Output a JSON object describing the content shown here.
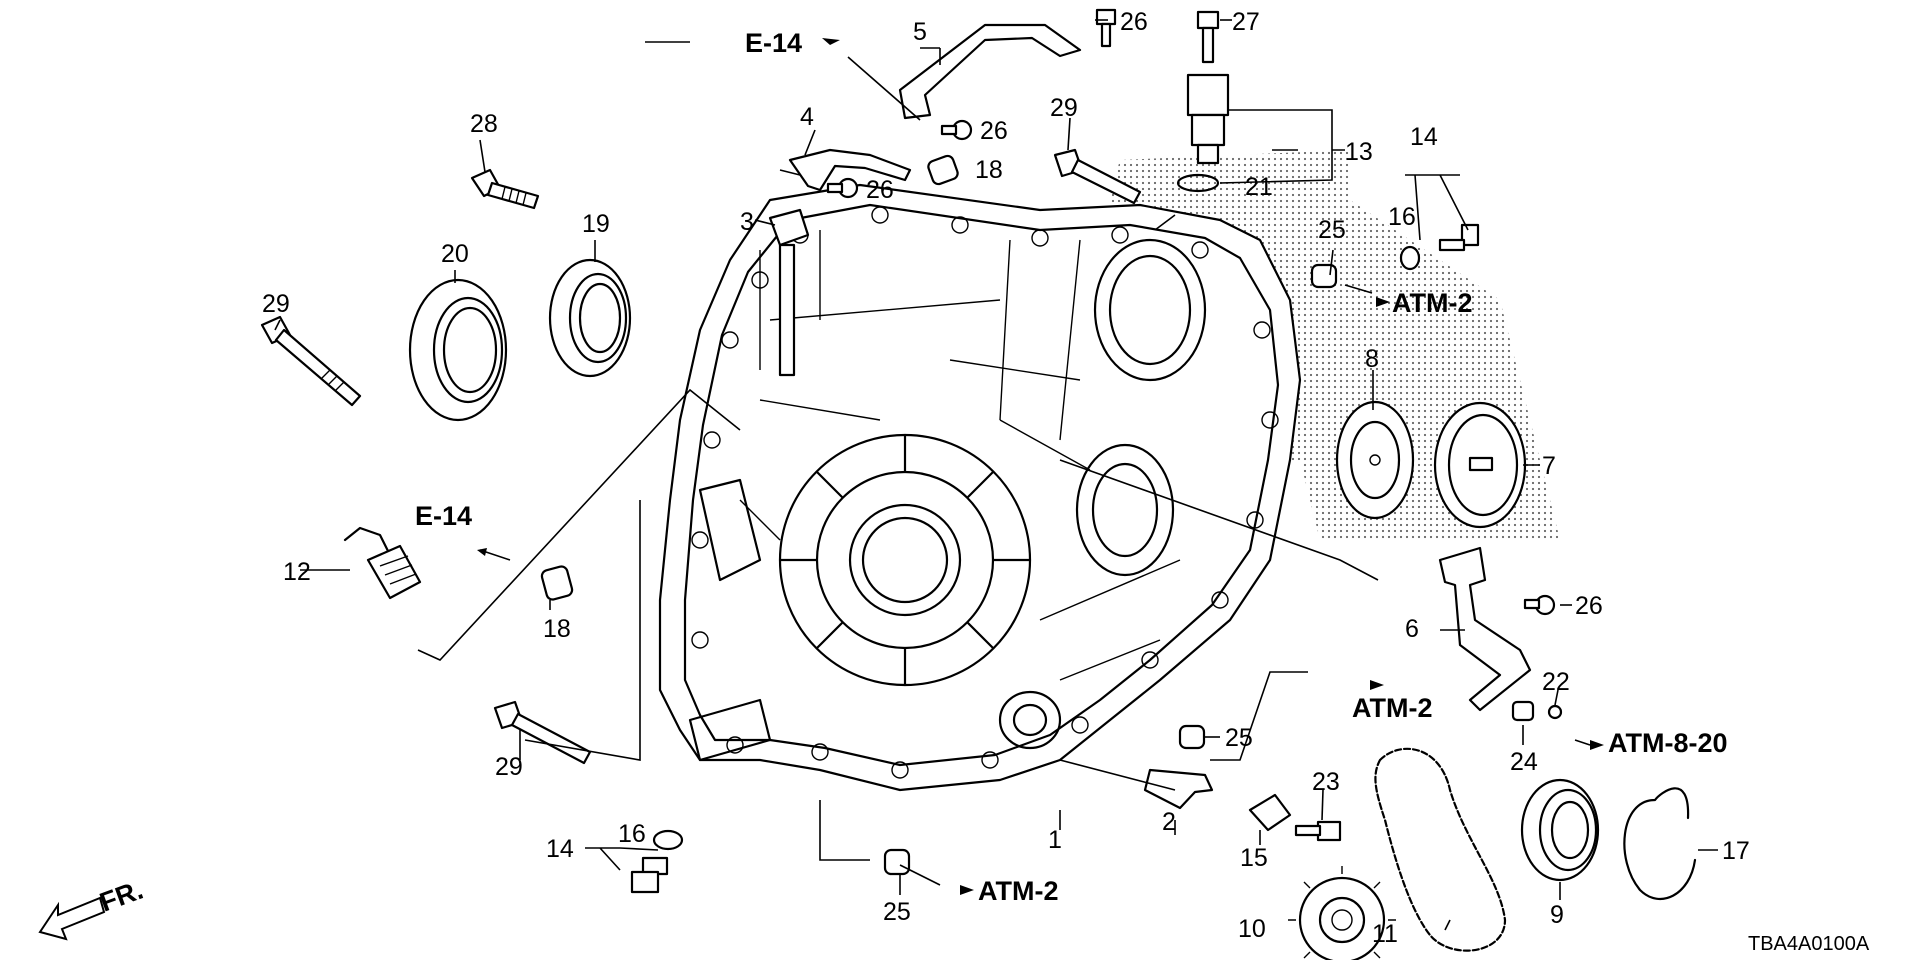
{
  "part_labels": {
    "p1": "1",
    "p2": "2",
    "p3": "3",
    "p4": "4",
    "p5": "5",
    "p6": "6",
    "p7": "7",
    "p8": "8",
    "p9": "9",
    "p10": "10",
    "p11": "11",
    "p12": "12",
    "p13": "13",
    "p14a": "14",
    "p14b": "14",
    "p15": "15",
    "p16a": "16",
    "p16b": "16",
    "p17": "17",
    "p18a": "18",
    "p18b": "18",
    "p19": "19",
    "p20": "20",
    "p21": "21",
    "p22": "22",
    "p23": "23",
    "p24": "24",
    "p25a": "25",
    "p25b": "25",
    "p25c": "25",
    "p26a": "26",
    "p26b": "26",
    "p26c": "26",
    "p26d": "26",
    "p27": "27",
    "p28": "28",
    "p29a": "29",
    "p29b": "29",
    "p29c": "29"
  },
  "refs": {
    "e14_top": "E-14",
    "e14_left": "E-14",
    "atm2_right": "ATM-2",
    "atm2_mid": "ATM-2",
    "atm2_bottom": "ATM-2",
    "atm820": "ATM-8-20"
  },
  "front_marker": "FR.",
  "diagram_code": "TBA4A0100A"
}
